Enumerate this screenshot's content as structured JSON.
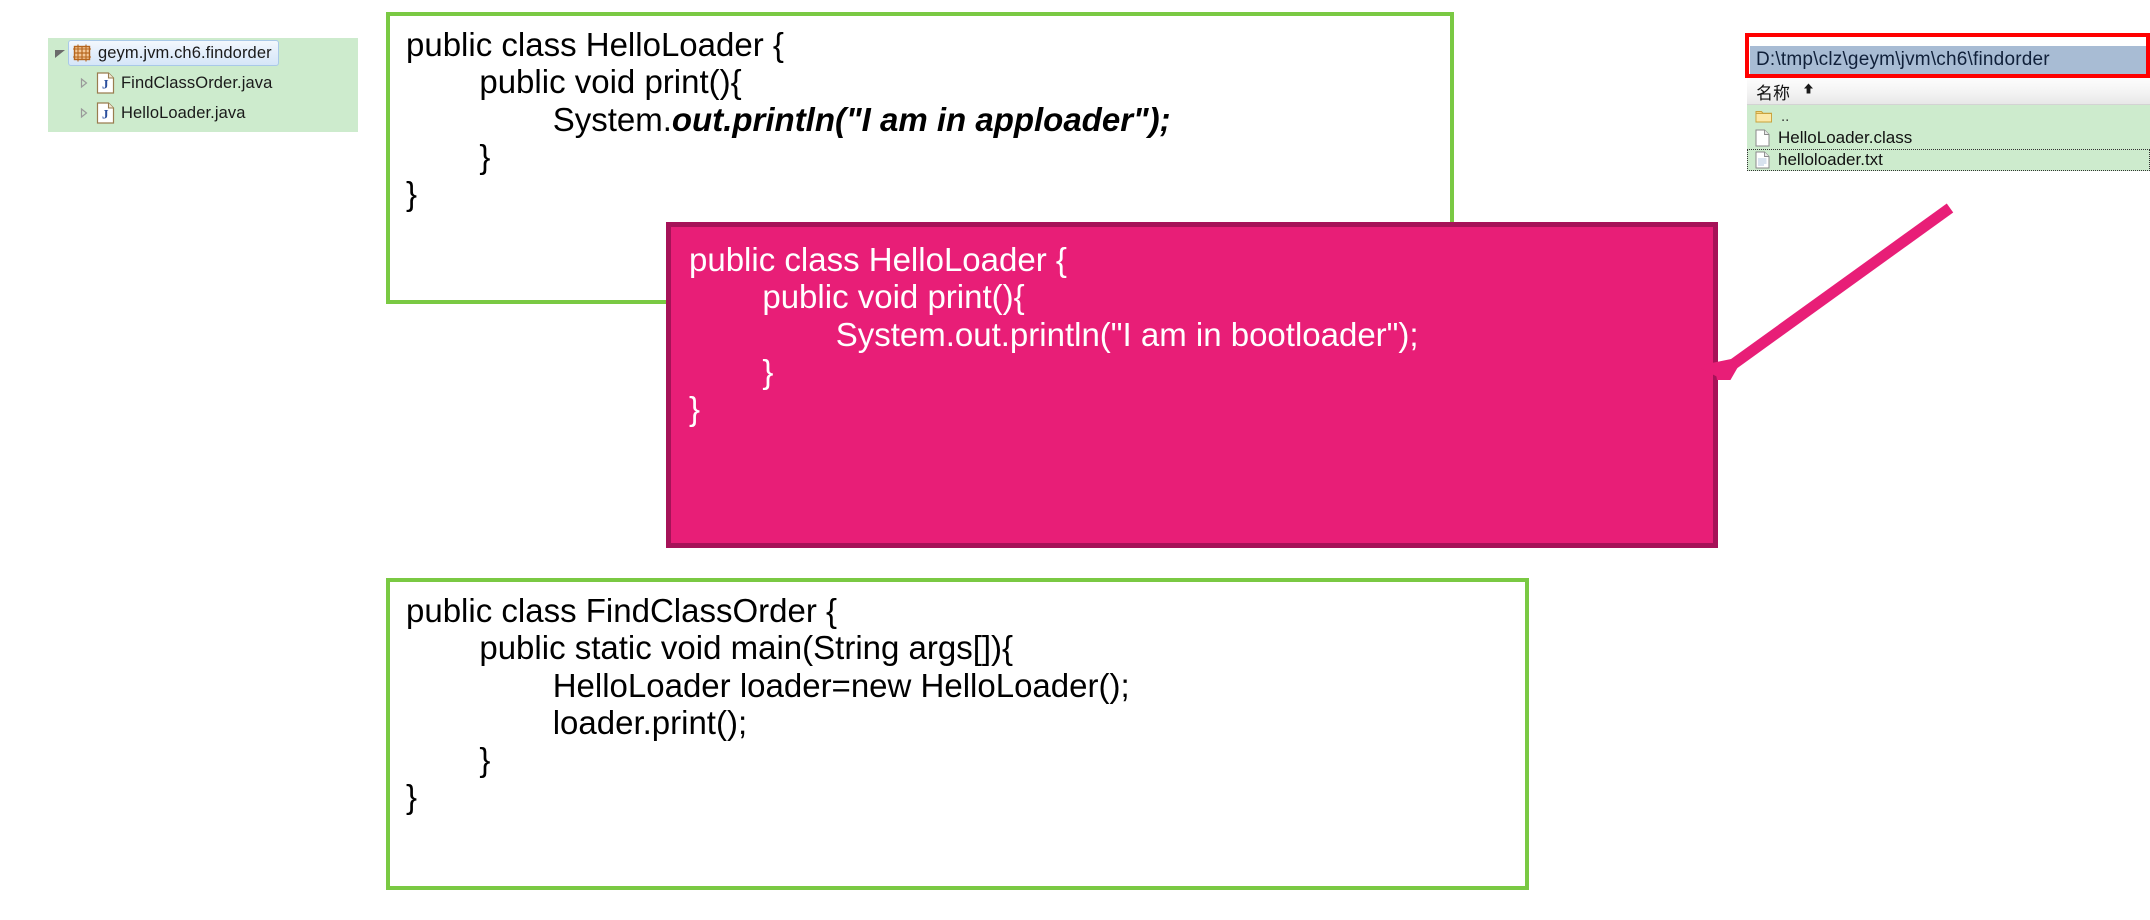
{
  "package_tree": {
    "root": {
      "label": "geym.jvm.ch6.findorder",
      "icon": "package-icon",
      "expanded": true,
      "selected": true
    },
    "children": [
      {
        "label": "FindClassOrder.java",
        "icon": "java-file-icon",
        "expanded": false
      },
      {
        "label": "HelloLoader.java",
        "icon": "java-file-icon",
        "expanded": false
      }
    ]
  },
  "code_boxes": {
    "apploader": {
      "border_color": "#7ac943",
      "line1": "public class HelloLoader {",
      "line2": "        public void print(){",
      "line3_prefix": "                System.",
      "line3_emphasis": "out.println(\"I am in apploader\");",
      "line4": "        }",
      "line5": "}"
    },
    "bootloader": {
      "background_color": "#e81e77",
      "border_color": "#a61258",
      "text_color": "#ffffff",
      "line1": "public class HelloLoader {",
      "line2": "        public void print(){",
      "line3": "                System.out.println(\"I am in bootloader\");",
      "line4": "        }",
      "line5": "}"
    },
    "findclassorder": {
      "border_color": "#7ac943",
      "line1": "public class FindClassOrder {",
      "line2": "        public static void main(String args[]){",
      "line3": "                HelloLoader loader=new HelloLoader();",
      "line4": "                loader.print();",
      "line5": "        }",
      "line6": "}"
    }
  },
  "file_explorer": {
    "address_bar": {
      "path": "D:\\tmp\\clz\\geym\\jvm\\ch6\\findorder",
      "annotation_color": "#ff0000",
      "selected": true
    },
    "column_header": {
      "label": "名称",
      "sort": "ascending",
      "sort_icon": "sort-ascending-arrow-icon"
    },
    "rows": [
      {
        "label": "..",
        "icon": "folder-icon",
        "focused": false
      },
      {
        "label": "HelloLoader.class",
        "icon": "file-icon",
        "focused": false
      },
      {
        "label": "helloloader.txt",
        "icon": "text-file-icon",
        "focused": true
      }
    ]
  },
  "annotations": {
    "arrow": {
      "name": "callout-arrow",
      "color": "#e81e77",
      "from": "helloloader.txt",
      "to": "bootloader code box"
    }
  }
}
